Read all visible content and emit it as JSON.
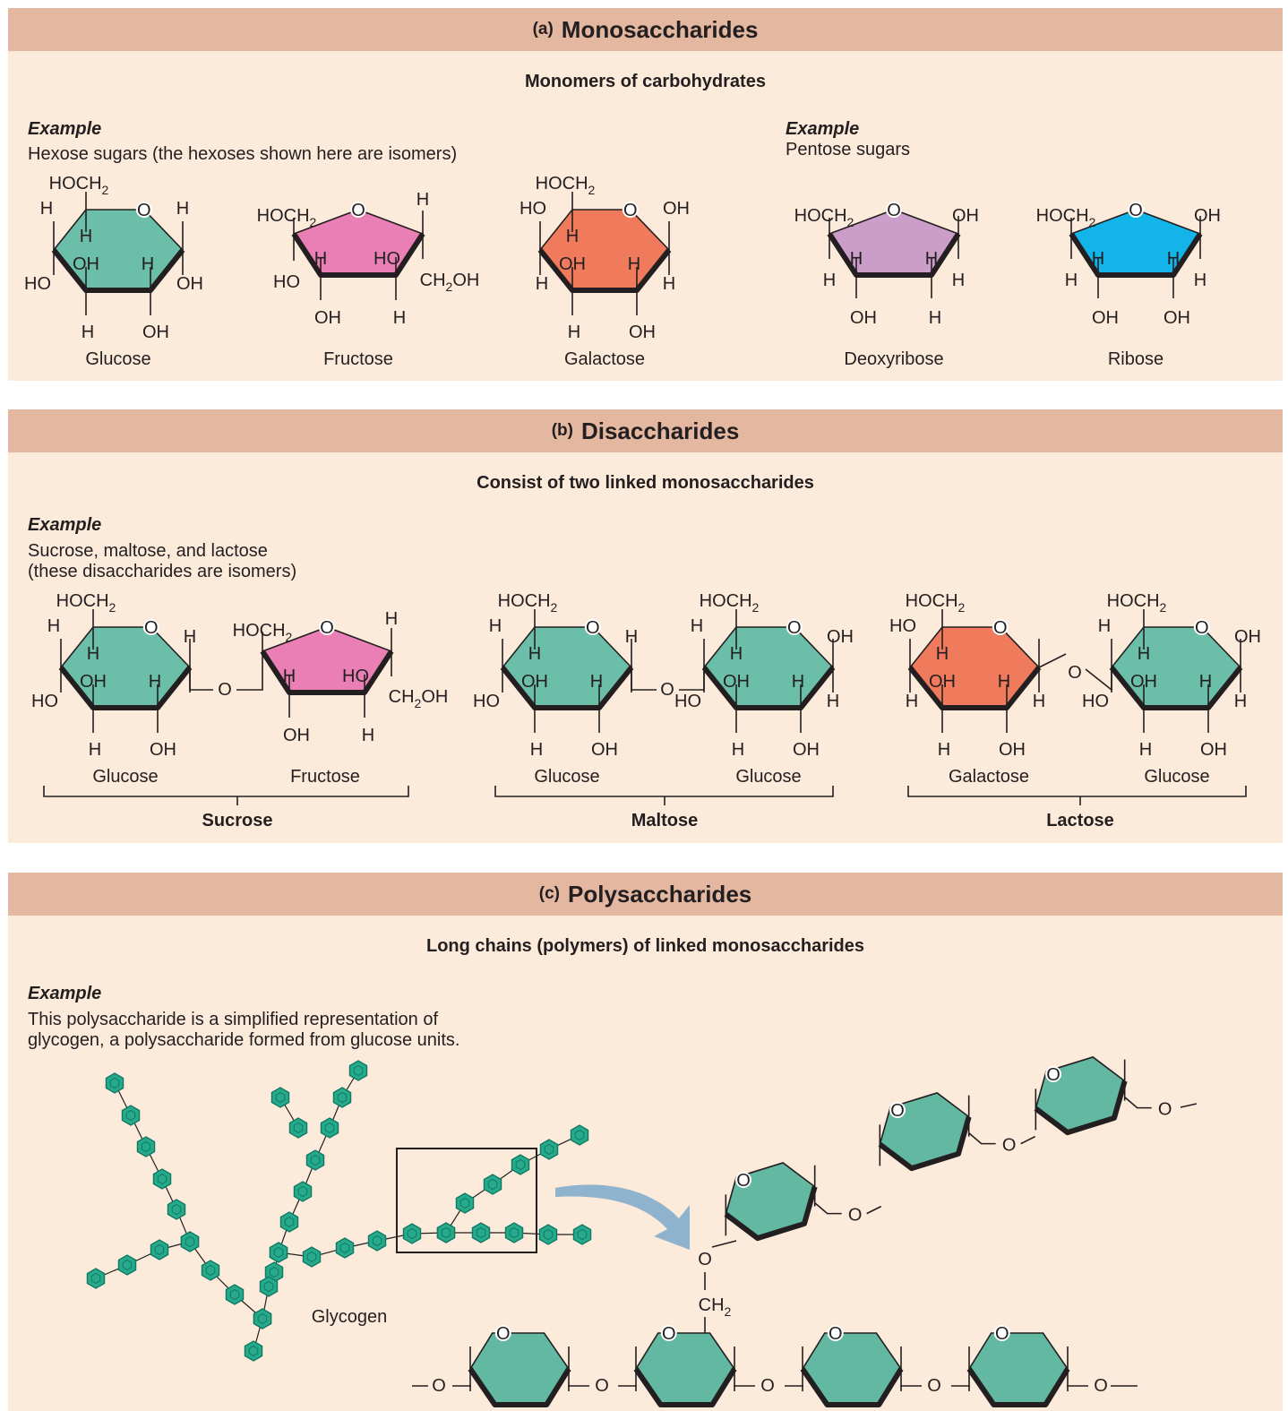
{
  "colors": {
    "band": "#e4b7a0",
    "panel": "#fceadb",
    "glucose": "#6bbfa8",
    "fructose": "#ea7fb5",
    "galactose": "#f07a5c",
    "deoxyribose": "#cb9dc9",
    "ribose": "#12b4ea",
    "glycogen": "#27a98c"
  },
  "panel_a": {
    "letter": "(a)",
    "title": "Monosaccharides",
    "subtitle": "Monomers of carbohydrates",
    "hexose": {
      "example_label": "Example",
      "text": "Hexose sugars (the hexoses shown here are isomers)"
    },
    "pentose": {
      "example_label": "Example",
      "text": "Pentose sugars"
    },
    "sugars": [
      "Glucose",
      "Fructose",
      "Galactose",
      "Deoxyribose",
      "Ribose"
    ]
  },
  "panel_b": {
    "letter": "(b)",
    "title": "Disaccharides",
    "subtitle": "Consist of two linked monosaccharides",
    "example_label": "Example",
    "text_line1": "Sucrose, maltose, and lactose",
    "text_line2": "(these disaccharides are isomers)",
    "pairs": [
      {
        "name": "Sucrose",
        "parts": [
          "Glucose",
          "Fructose"
        ]
      },
      {
        "name": "Maltose",
        "parts": [
          "Glucose",
          "Glucose"
        ]
      },
      {
        "name": "Lactose",
        "parts": [
          "Galactose",
          "Glucose"
        ]
      }
    ]
  },
  "panel_c": {
    "letter": "(c)",
    "title": "Polysaccharides",
    "subtitle": "Long chains (polymers) of linked monosaccharides",
    "example_label": "Example",
    "text_line1": "This polysaccharide is a simplified representation of",
    "text_line2": "glycogen, a polysaccharide formed from glucose units.",
    "glycogen_label": "Glycogen"
  },
  "chem": {
    "hoch2": "HOCH",
    "sub2": "2",
    "ch2": "CH",
    "ch2oh": "CH",
    "oh_suffix": "OH",
    "o": "O",
    "h": "H",
    "oh": "OH",
    "ho": "HO"
  }
}
